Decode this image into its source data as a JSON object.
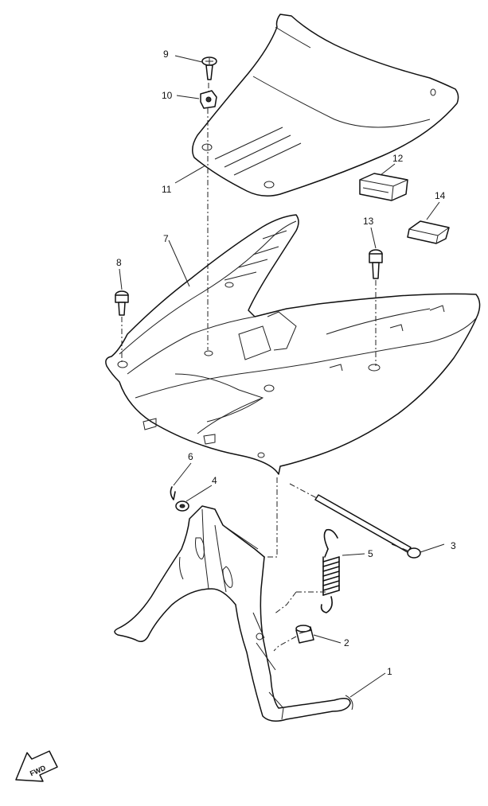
{
  "callouts": {
    "c1": "1",
    "c2": "2",
    "c3": "3",
    "c4": "4",
    "c5": "5",
    "c6": "6",
    "c7": "7",
    "c8": "8",
    "c9": "9",
    "c10": "10",
    "c11": "11",
    "c12": "12",
    "c13": "13",
    "c14": "14"
  },
  "direction_marker": "FWD",
  "colors": {
    "line": "#111111",
    "background": "#ffffff"
  }
}
